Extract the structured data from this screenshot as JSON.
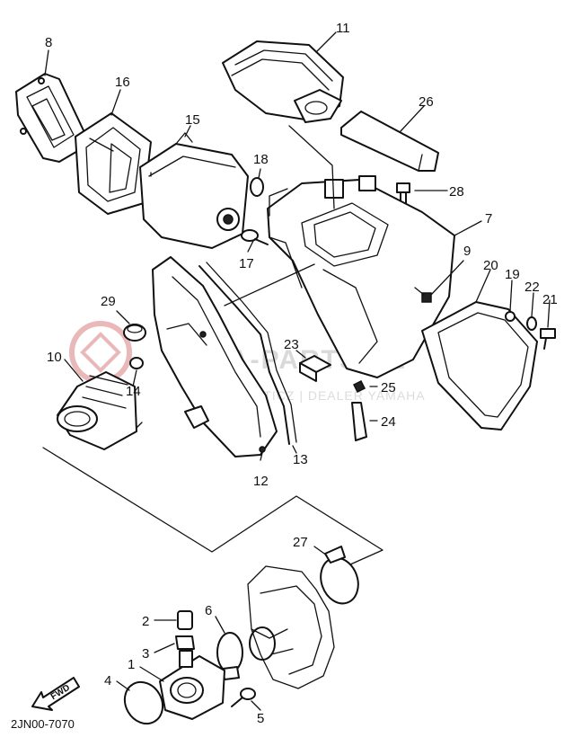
{
  "labels": {
    "p1": "1",
    "p2": "2",
    "p3": "3",
    "p4": "4",
    "p5": "5",
    "p6": "6",
    "p7": "7",
    "p8": "8",
    "p9": "9",
    "p10": "10",
    "p11": "11",
    "p12": "12",
    "p13": "13",
    "p14": "14",
    "p15": "15",
    "p16": "16",
    "p17": "17",
    "p18": "18",
    "p19": "19",
    "p20": "20",
    "p21": "21",
    "p22": "22",
    "p23": "23",
    "p24": "24",
    "p25": "25",
    "p26": "26",
    "p27": "27",
    "p28": "28",
    "p29": "29"
  },
  "diagram_code": "2JN00-7070",
  "fwd_label": "FWD",
  "watermark": {
    "text": "YAMA-PARTS.PL",
    "subtext": "HOSTICZ | DEALER YAMAHA"
  },
  "colors": {
    "line": "#111111",
    "watermark": "#d9d9d9",
    "logo_red": "#e9b9b9"
  }
}
